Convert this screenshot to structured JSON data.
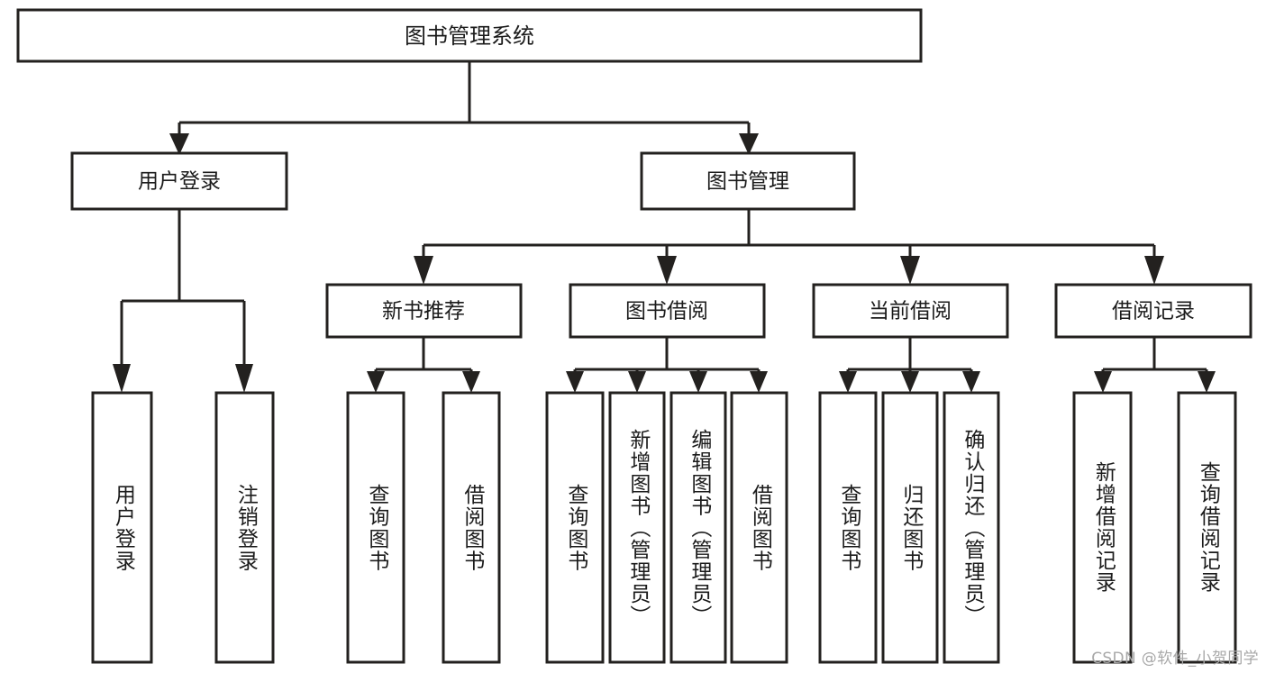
{
  "diagram": {
    "title": "图书管理系统",
    "type": "tree-hierarchy-diagram",
    "style": {
      "box_fill": "#ffffff",
      "box_stroke": "#23211f",
      "text_color": "#1b1b1b",
      "background": "#ffffff",
      "watermark_color": "#a8a8a8"
    },
    "root": {
      "label": "图书管理系统"
    },
    "level2": [
      {
        "label": "用户登录"
      },
      {
        "label": "图书管理"
      }
    ],
    "level3": [
      {
        "label": "新书推荐"
      },
      {
        "label": "图书借阅"
      },
      {
        "label": "当前借阅"
      },
      {
        "label": "借阅记录"
      }
    ],
    "leaves": {
      "user_login": [
        {
          "label": "用户登录"
        },
        {
          "label": "注销登录"
        }
      ],
      "new_book_recommend": [
        {
          "label": "查询图书"
        },
        {
          "label": "借阅图书"
        }
      ],
      "book_borrow": [
        {
          "label": "查询图书"
        },
        {
          "label": "新增图书（管理员）"
        },
        {
          "label": "编辑图书（管理员）"
        },
        {
          "label": "借阅图书"
        }
      ],
      "current_borrow": [
        {
          "label": "查询图书"
        },
        {
          "label": "归还图书"
        },
        {
          "label": "确认归还（管理员）"
        }
      ],
      "borrow_records": [
        {
          "label": "新增借阅记录"
        },
        {
          "label": "查询借阅记录"
        }
      ]
    }
  },
  "watermark": {
    "text": "CSDN @软件_小贺同学"
  }
}
